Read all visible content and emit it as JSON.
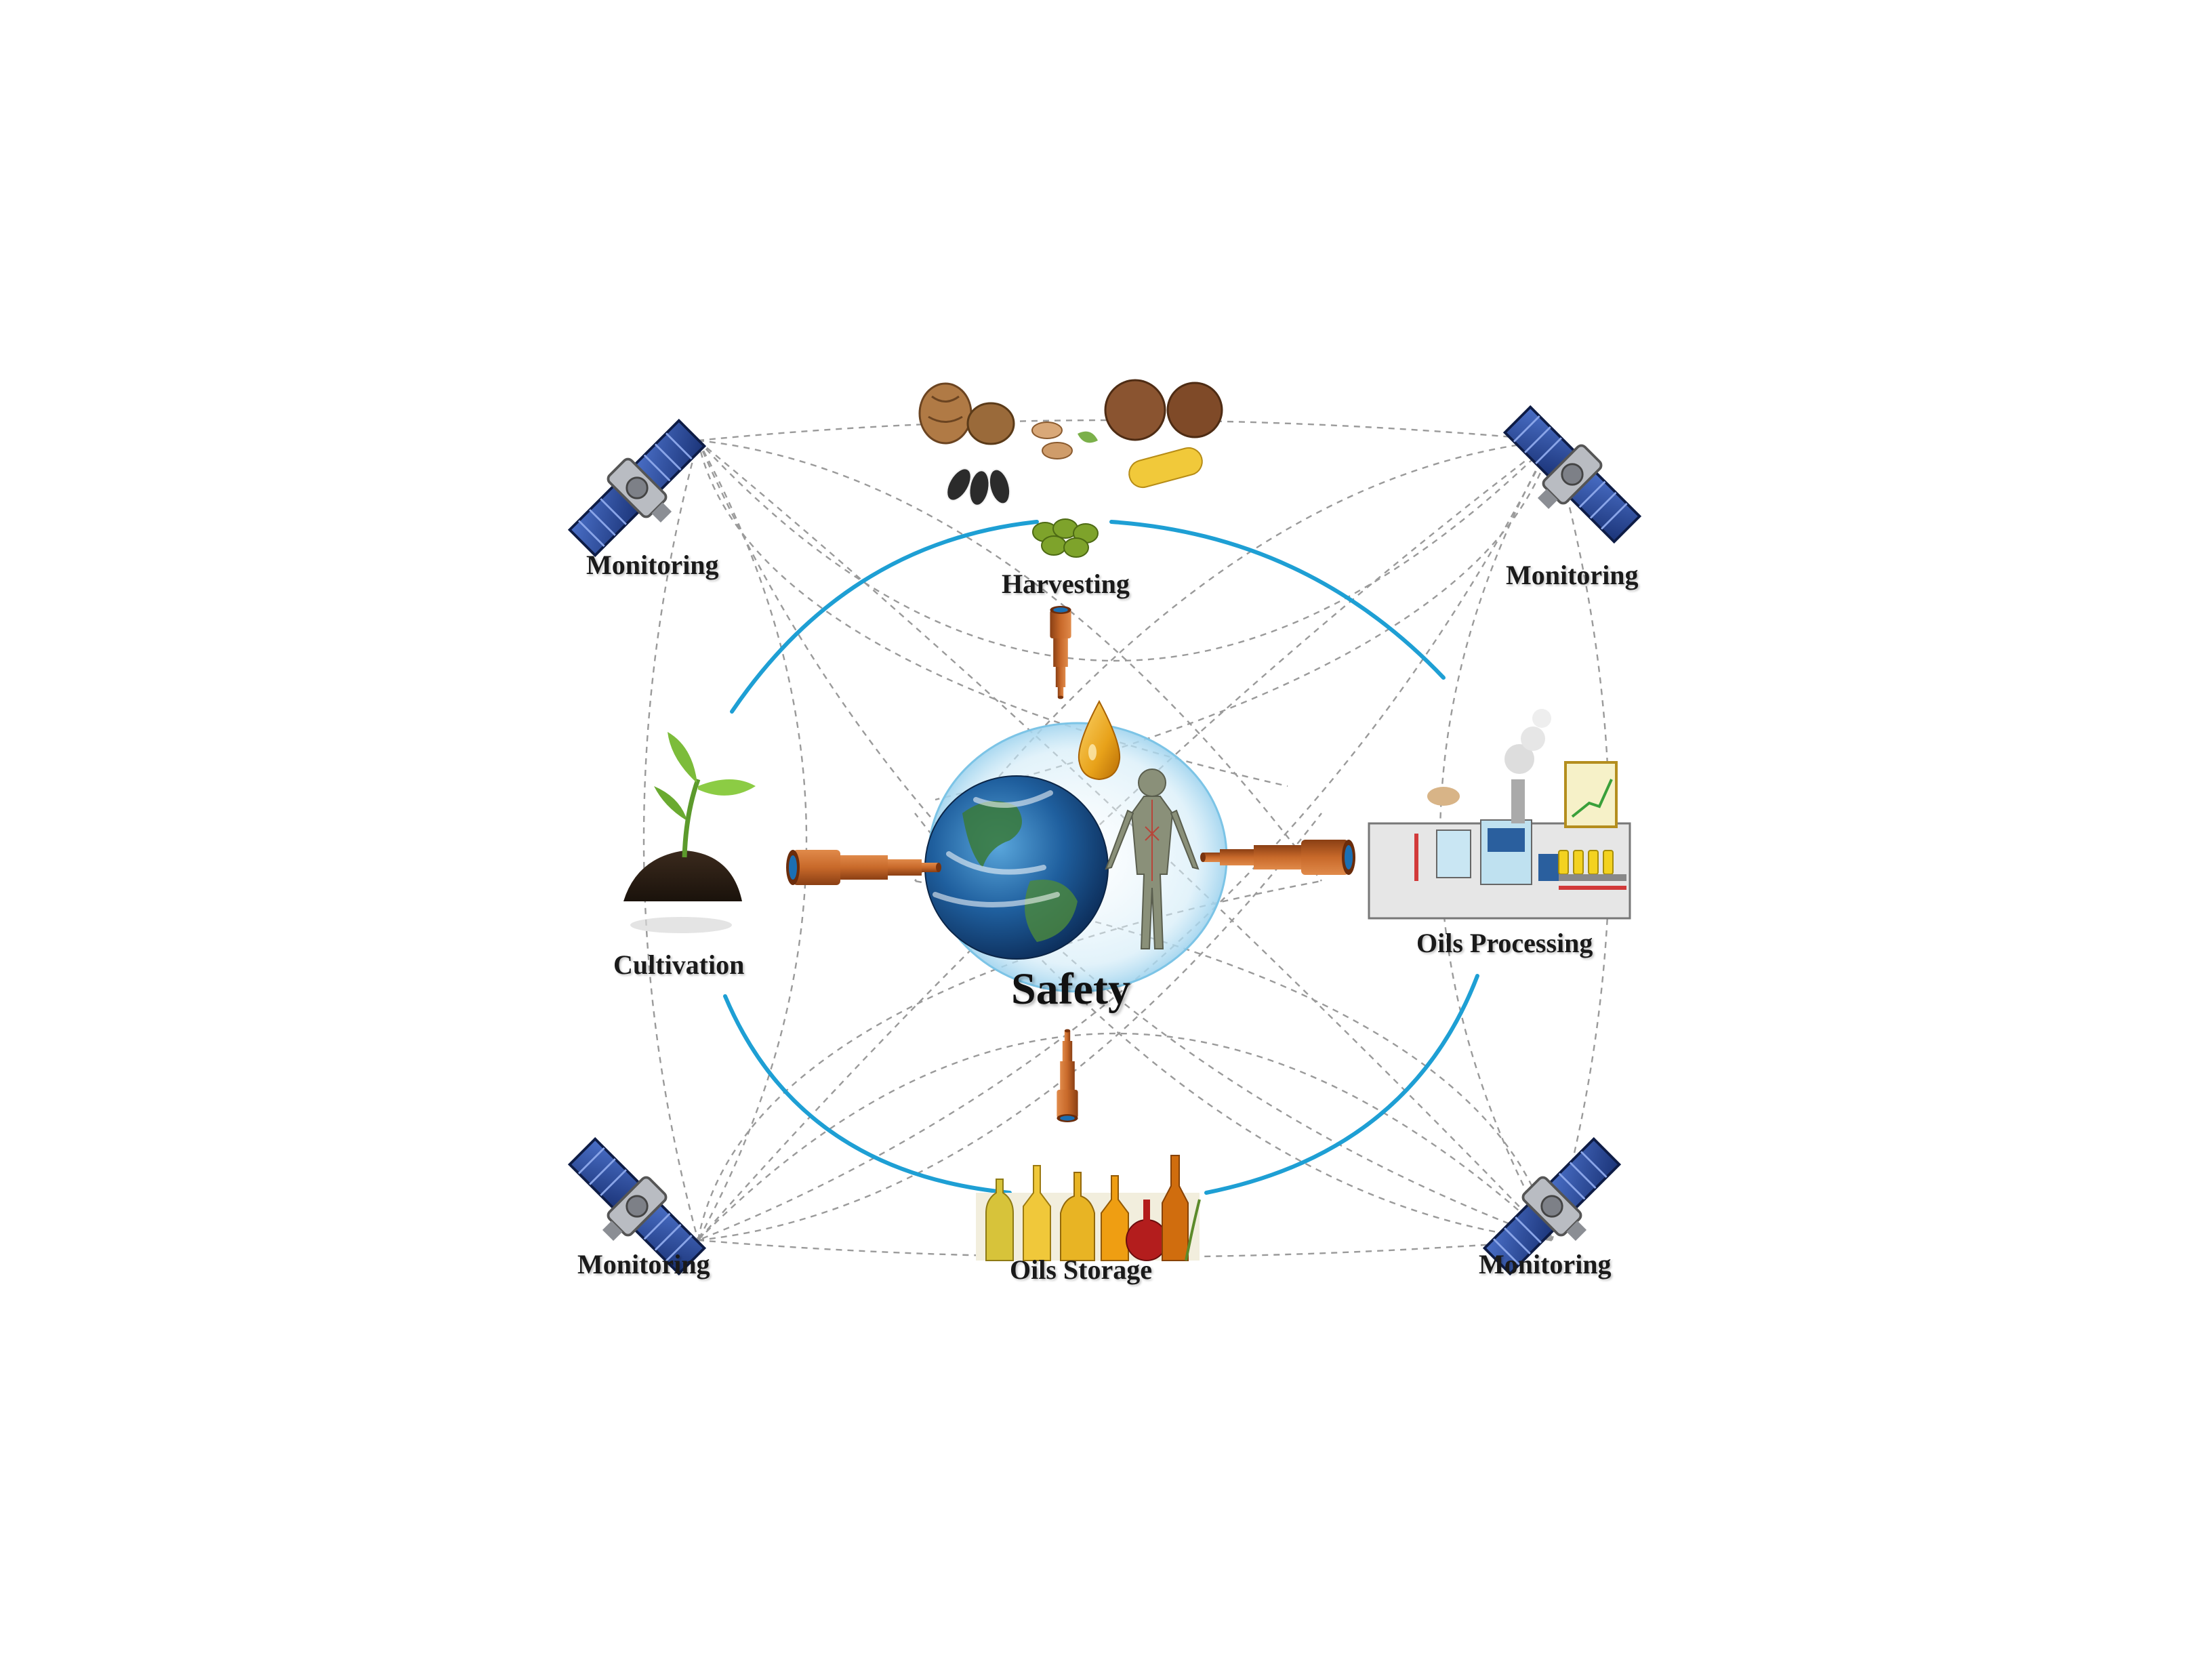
{
  "diagram": {
    "center_label": "Safety",
    "stages": {
      "harvesting": "Harvesting",
      "cultivation": "Cultivation",
      "oils_processing": "Oils Processing",
      "oils_storage": "Oils Storage"
    },
    "monitoring": {
      "top_left": "Monitoring",
      "top_right": "Monitoring",
      "bottom_left": "Monitoring",
      "bottom_right": "Monitoring"
    },
    "icons": {
      "satellites": "satellite-icon",
      "center_globe": "earth-globe-icon",
      "human": "human-body-icon",
      "oil_drop": "oil-drop-icon",
      "telescopes": "telescope-icon",
      "harvest": "nuts-seeds-icon",
      "cultivation": "seedling-soil-icon",
      "processing": "factory-icon",
      "storage": "oil-bottles-icon"
    },
    "colors": {
      "ring": "#1e9fd4",
      "dashed_lines": "#9a9a9a",
      "telescope": "#c8692a",
      "satellite_panel": "#2d4d99",
      "oil": "#e8a21a"
    }
  }
}
